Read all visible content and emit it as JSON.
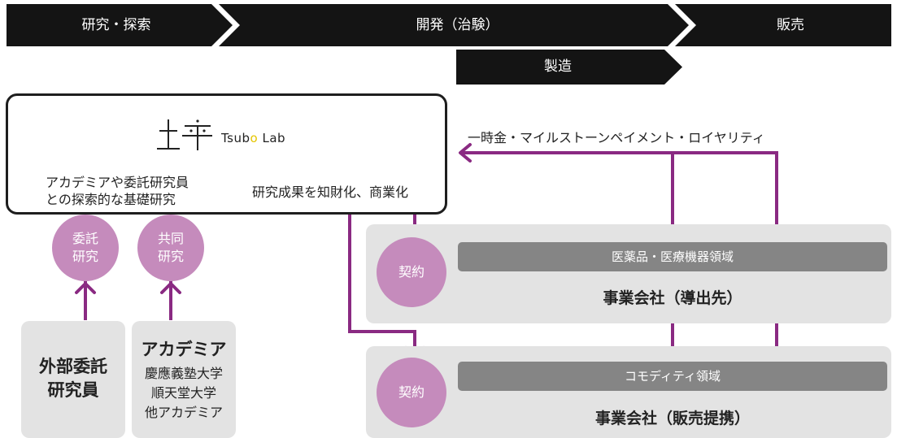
{
  "phases": {
    "research": "研究・探索",
    "development": "開発（治験）",
    "sales": "販売",
    "manufacturing": "製造"
  },
  "lab": {
    "logo_word_prefix": "Tsub",
    "logo_word_o": "o",
    "logo_word_suffix": " Lab",
    "research_desc": [
      "アカデミアや委託研究員",
      "との探索的な基礎研究"
    ],
    "commercialize_desc": "研究成果を知財化、商業化"
  },
  "flow_label": "一時金・マイルストーンペイメント・ロイヤリティ",
  "circles": {
    "commissioned": [
      "委託",
      "研究"
    ],
    "joint": [
      "共同",
      "研究"
    ],
    "contract_1": "契約",
    "contract_2": "契約"
  },
  "partners": {
    "external": {
      "title": [
        "外部委託",
        "研究員"
      ]
    },
    "academia": {
      "title": "アカデミア",
      "list": [
        "慶應義塾大学",
        "順天堂大学",
        "他アカデミア"
      ]
    }
  },
  "companies": {
    "licensee": {
      "domain": "医薬品・医療機器領域",
      "name": "事業会社（導出先）"
    },
    "sales_partner": {
      "domain": "コモディティ領域",
      "name": "事業会社（販売提携）"
    }
  },
  "colors": {
    "accent_purple": "#8a2a82",
    "circle_purple": "#c58bbc",
    "phase_black": "#141414",
    "logo_yellow": "#e5c500"
  },
  "icons": [
    "tsubo-logo-icon",
    "arrow-up-icon",
    "arrow-down-icon",
    "arrow-left-icon"
  ]
}
